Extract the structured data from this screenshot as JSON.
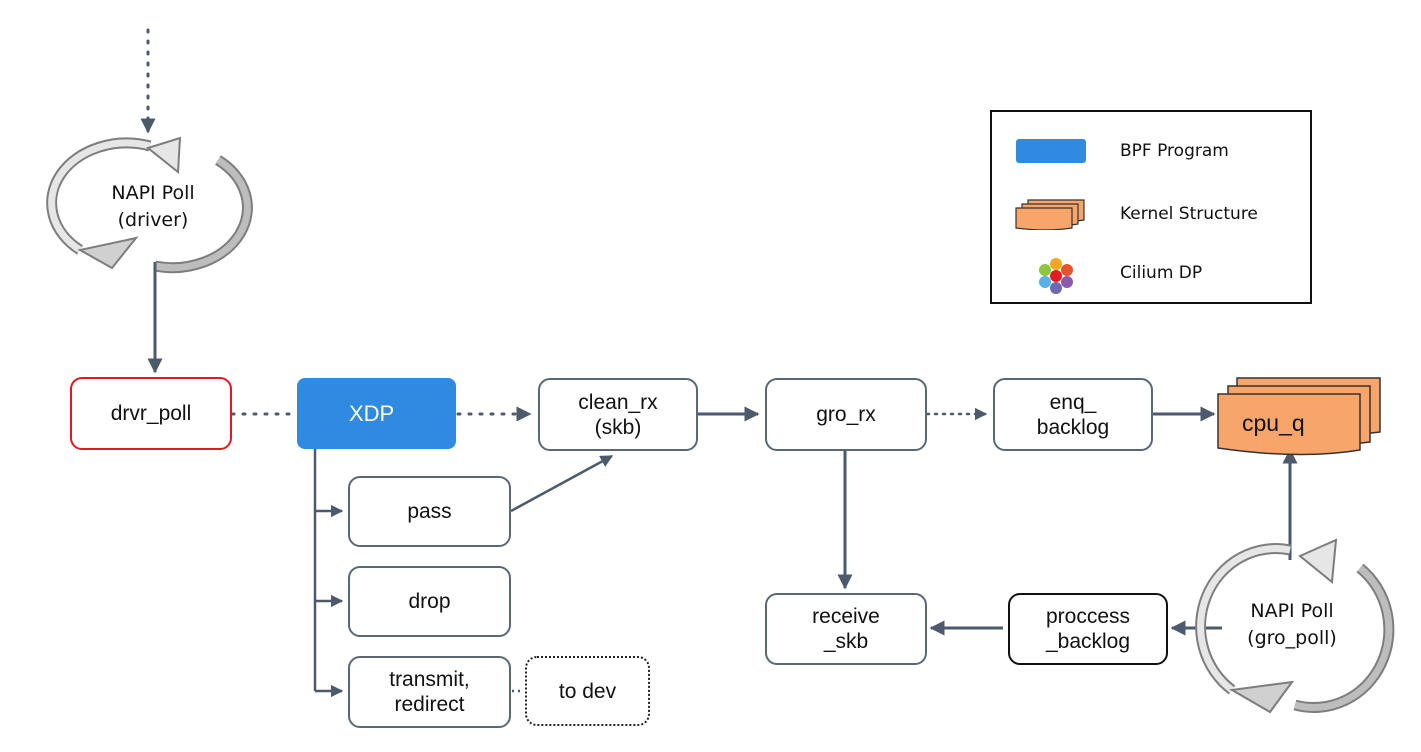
{
  "nodes": {
    "drvr_poll": "drvr_poll",
    "xdp": "XDP",
    "clean_rx": "clean_rx\n(skb)",
    "gro_rx": "gro_rx",
    "enq_backlog": "enq_\nbacklog",
    "cpu_q": "cpu_q",
    "pass": "pass",
    "drop": "drop",
    "transmit_redirect": "transmit,\nredirect",
    "to_dev": "to dev",
    "receive_skb": "receive\n_skb",
    "proccess_backlog": "proccess\n_backlog"
  },
  "loops": {
    "driver": "NAPI Poll\n(driver)",
    "gro_poll": "NAPI Poll\n(gro_poll)"
  },
  "legend": {
    "bpf_program": "BPF Program",
    "kernel_structure": "Kernel Structure",
    "cilium_dp": "Cilium DP"
  },
  "colors": {
    "bpf_blue": "#2f8ae0",
    "kernel_orange": "#f7a56b",
    "drvr_border_red": "#e01b1b",
    "arrow": "#4c5a6b"
  }
}
